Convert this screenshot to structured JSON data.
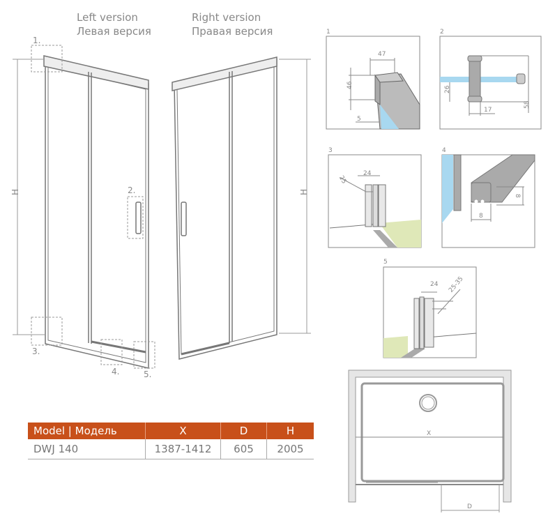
{
  "headings": {
    "left_en": "Left version",
    "left_ru": "Левая версия",
    "right_en": "Right version",
    "right_ru": "Правая версия"
  },
  "callouts": [
    "1.",
    "2.",
    "3.",
    "4.",
    "5."
  ],
  "height_label": "H",
  "details": [
    {
      "number": "1",
      "dims": [
        "47",
        "46",
        "5"
      ]
    },
    {
      "number": "2",
      "dims": [
        "26",
        "17",
        "58"
      ]
    },
    {
      "number": "3",
      "dims": [
        "25",
        "24"
      ]
    },
    {
      "number": "4",
      "dims": [
        "8",
        "8"
      ]
    },
    {
      "number": "5",
      "dims": [
        "24",
        "25-35"
      ]
    }
  ],
  "plan": {
    "width_label": "X",
    "depth_label": "D"
  },
  "table": {
    "headers": [
      "Model | Модель",
      "X",
      "D",
      "H"
    ],
    "rows": [
      [
        "DWJ 140",
        "1387-1412",
        "605",
        "2005"
      ]
    ]
  },
  "colors": {
    "accent": "#c8501a",
    "glass": "#a8d8f0",
    "floor": "#dfe8b8",
    "profile": "#bcbcbc"
  }
}
